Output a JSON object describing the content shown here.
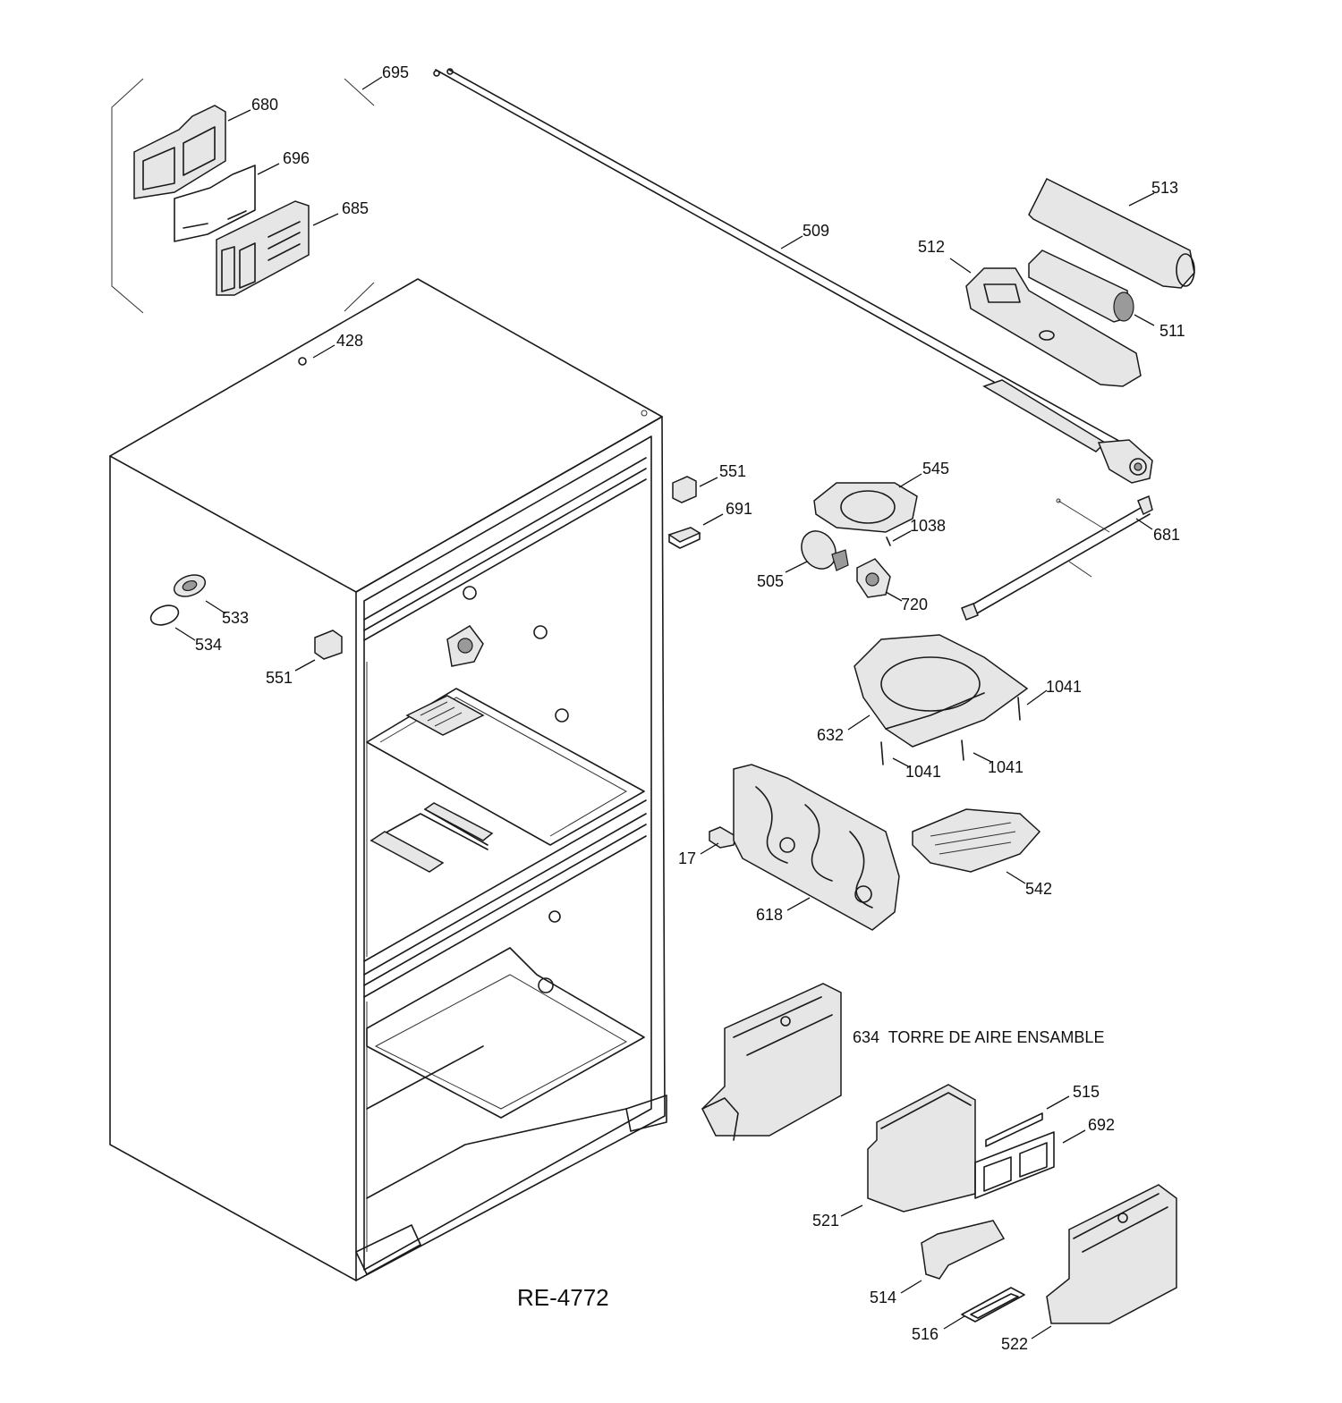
{
  "reference": "RE-4772",
  "assembly_label": "634  TORRE DE AIRE ENSAMBLE",
  "callouts": {
    "c695": "695",
    "c680": "680",
    "c696": "696",
    "c685": "685",
    "c509": "509",
    "c513": "513",
    "c512": "512",
    "c511": "511",
    "c428": "428",
    "c551a": "551",
    "c691": "691",
    "c545": "545",
    "c1038": "1038",
    "c681": "681",
    "c505": "505",
    "c720": "720",
    "c533": "533",
    "c534": "534",
    "c551b": "551",
    "c1041a": "1041",
    "c632": "632",
    "c1041b": "1041",
    "c1041c": "1041",
    "c17": "17",
    "c618": "618",
    "c542": "542",
    "c515": "515",
    "c692": "692",
    "c521": "521",
    "c514": "514",
    "c516": "516",
    "c522": "522"
  }
}
